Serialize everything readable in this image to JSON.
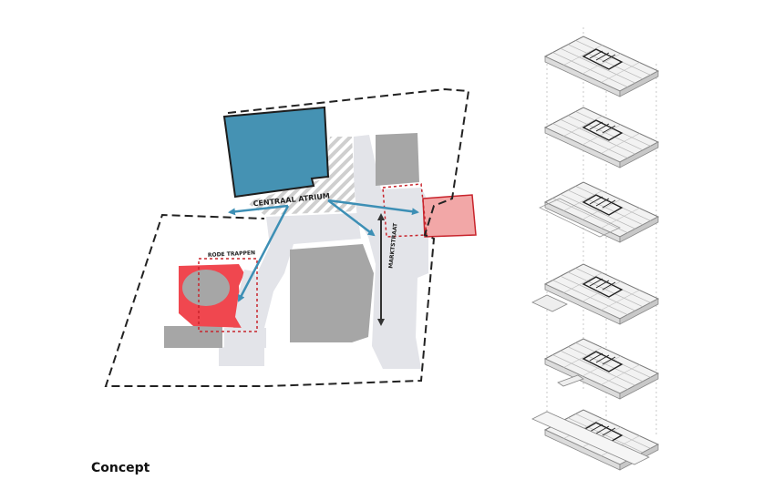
{
  "caption": "Concept",
  "site_plan": {
    "label_atrium": "CENTRAAL ATRIUM",
    "label_stairs": "RODE TRAPPEN",
    "label_street": "MARKTSTRAAT"
  },
  "colors": {
    "atrium_building": "#4592b3",
    "red_stairs": "#f0474f",
    "pink_annex": "#f2a7a7",
    "arrow": "#3d8fb5",
    "building_grey": "#a6a6a6",
    "paving": "#e3e4e9",
    "boundary": "#222222"
  },
  "axonometric": {
    "floor_count": 6
  }
}
